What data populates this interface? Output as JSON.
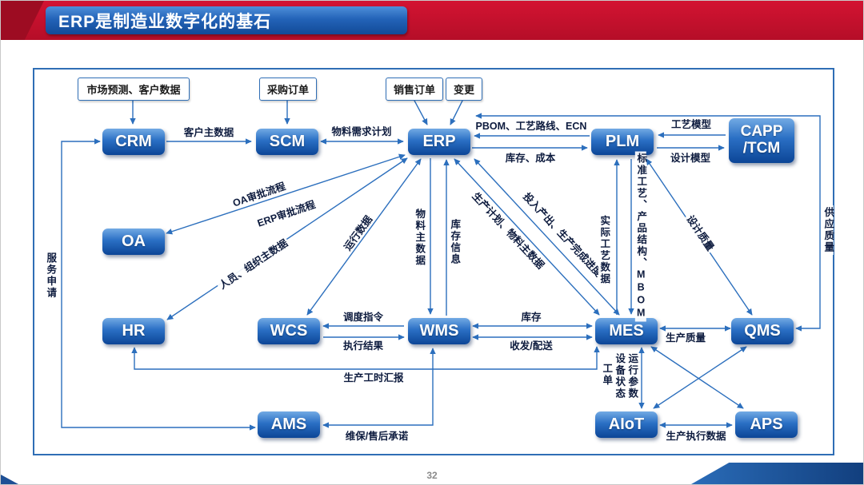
{
  "header": {
    "title": "ERP是制造业数字化的基石"
  },
  "footer": {
    "page": "32"
  },
  "colors": {
    "header_red": "#c8102e",
    "node_blue": "#1a5fb4",
    "line_blue": "#2c6fbd"
  },
  "sources": {
    "market": "市场预测、客户数据",
    "purchase": "采购订单",
    "sales": "销售订单",
    "change": "变更"
  },
  "nodes": {
    "crm": "CRM",
    "scm": "SCM",
    "erp": "ERP",
    "plm": "PLM",
    "capp1": "CAPP",
    "capp2": "/TCM",
    "oa": "OA",
    "hr": "HR",
    "wcs": "WCS",
    "wms": "WMS",
    "mes": "MES",
    "qms": "QMS",
    "ams": "AMS",
    "aiot": "AIoT",
    "aps": "APS"
  },
  "edges": {
    "crm_scm": "客户主数据",
    "scm_erp": "物料需求计划",
    "plm_erp": "PBOM、工艺路线、ECN",
    "erp_plm": "库存、成本",
    "capp_plm": "工艺模型",
    "plm_capp": "设计模型",
    "oa_flow1": "OA审批流程",
    "oa_flow2": "ERP审批流程",
    "hr_erp": "人员、组织主数据",
    "wcs_erp": "运行数据",
    "erp_wms_down": "物料主数据",
    "wms_erp_up": "库存信息",
    "erp_mes_down": "生产计划、物料主数据",
    "mes_erp_up": "投入产出、生产完成进度",
    "plm_mes_down": "标准工艺、产品结构、MBOM",
    "mes_plm_up": "实际工艺数据",
    "plm_qms": "设计质量",
    "qms_erp": "供应质量",
    "ams_crm": "服务申请",
    "wms_wcs": "调度指令",
    "wcs_wms": "执行结果",
    "wms_mes_inv": "库存",
    "mes_wms_sf": "收发/配送",
    "mes_qms": "生产质量",
    "mes_hr_workorder": "工单",
    "hr_mes_hours": "生产工时汇报",
    "mes_aiot_status": "设备状态",
    "mes_aiot_params": "运行参数",
    "ams_wms": "维保/售后承诺",
    "aiot_aps": "生产执行数据"
  }
}
